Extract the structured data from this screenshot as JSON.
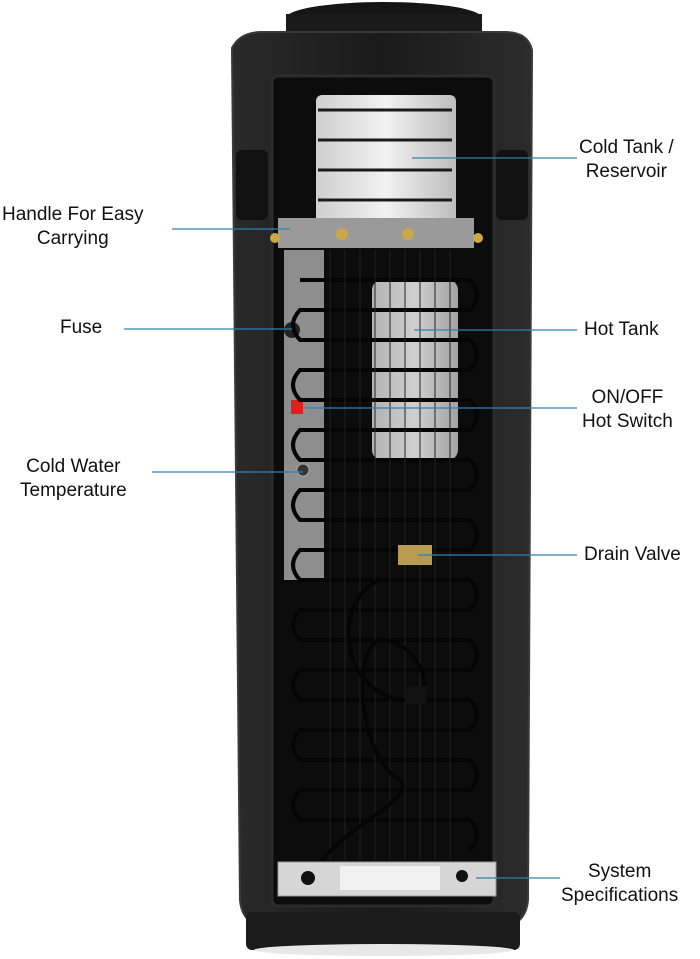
{
  "callouts": {
    "cold_tank": {
      "line1": "Cold Tank /",
      "line2": "Reservoir"
    },
    "handle": {
      "line1": "Handle For Easy",
      "line2": "Carrying"
    },
    "fuse": {
      "line1": "Fuse"
    },
    "hot_tank": {
      "line1": "Hot Tank"
    },
    "hot_switch": {
      "line1": "ON/OFF",
      "line2": "Hot Switch"
    },
    "cold_temp": {
      "line1": "Cold Water",
      "line2": "Temperature"
    },
    "drain_valve": {
      "line1": "Drain Valve"
    },
    "system_specs": {
      "line1": "System",
      "line2": "Specifications"
    }
  },
  "colors": {
    "cabinet": "#1c1c1c",
    "cabinet_edge": "#3a3a3a",
    "coil": "#0d0d0d",
    "callout_line": "#2f7fb3",
    "tank": "#d8d8d8",
    "switch": "#e02020"
  }
}
